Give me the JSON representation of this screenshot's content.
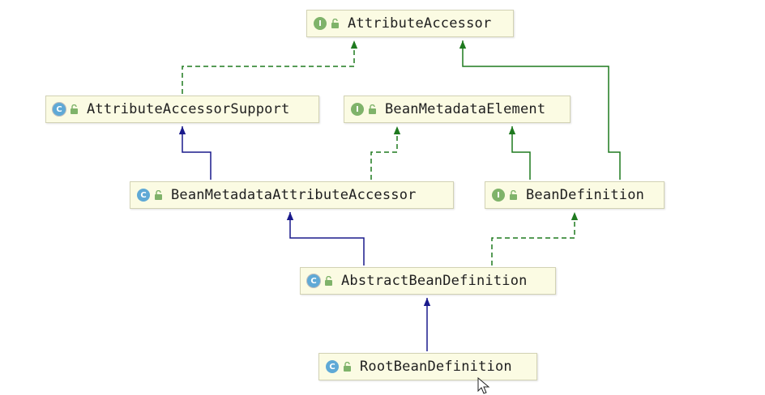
{
  "nodes": {
    "attribute_accessor": {
      "kind": "interface",
      "badge": "I",
      "name": "AttributeAccessor"
    },
    "attribute_accessor_support": {
      "kind": "abstract",
      "badge": "C",
      "name": "AttributeAccessorSupport"
    },
    "bean_metadata_element": {
      "kind": "interface",
      "badge": "I",
      "name": "BeanMetadataElement"
    },
    "bean_metadata_attribute_accessor": {
      "kind": "class",
      "badge": "C",
      "name": "BeanMetadataAttributeAccessor"
    },
    "bean_definition": {
      "kind": "interface",
      "badge": "I",
      "name": "BeanDefinition"
    },
    "abstract_bean_definition": {
      "kind": "abstract",
      "badge": "C",
      "name": "AbstractBeanDefinition"
    },
    "root_bean_definition": {
      "kind": "class",
      "badge": "C",
      "name": "RootBeanDefinition"
    }
  },
  "relations": [
    {
      "from": "AttributeAccessorSupport",
      "to": "AttributeAccessor",
      "type": "implements"
    },
    {
      "from": "BeanDefinition",
      "to": "AttributeAccessor",
      "type": "extends"
    },
    {
      "from": "BeanMetadataAttributeAccessor",
      "to": "AttributeAccessorSupport",
      "type": "extends"
    },
    {
      "from": "BeanMetadataAttributeAccessor",
      "to": "BeanMetadataElement",
      "type": "implements"
    },
    {
      "from": "BeanDefinition",
      "to": "BeanMetadataElement",
      "type": "extends"
    },
    {
      "from": "AbstractBeanDefinition",
      "to": "BeanMetadataAttributeAccessor",
      "type": "extends"
    },
    {
      "from": "AbstractBeanDefinition",
      "to": "BeanDefinition",
      "type": "implements"
    },
    {
      "from": "RootBeanDefinition",
      "to": "AbstractBeanDefinition",
      "type": "extends"
    }
  ],
  "colors": {
    "class_extends": "#1a1a8c",
    "interface_edge": "#1f7a1f",
    "node_fill": "#fbfbe3",
    "node_border": "#d2d2b4",
    "interface_badge": "#7fb36a",
    "class_badge": "#5fa9d6"
  }
}
